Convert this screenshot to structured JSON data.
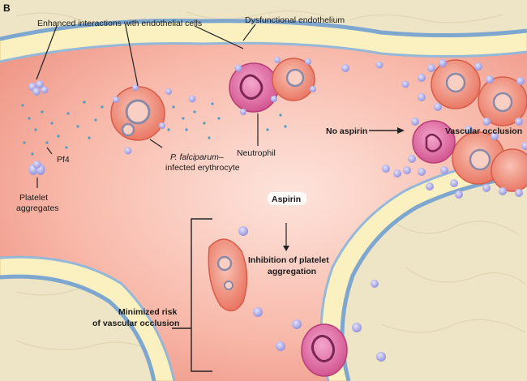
{
  "panel_letter": "B",
  "labels": {
    "enhanced_interactions": "Enhanced interactions with endothelial cells",
    "dysfunctional_endothelium": "Dysfunctional endothelium",
    "no_aspirin": "No aspirin",
    "vascular_occlusion": "Vascular occlusion",
    "pf4": "Pf4",
    "platelet_aggregates_1": "Platelet",
    "platelet_aggregates_2": "aggregates",
    "infected_erythrocyte_species": "P. falciparum",
    "infected_erythrocyte_dash": "–",
    "infected_erythrocyte_2": "infected erythrocyte",
    "neutrophil": "Neutrophil",
    "aspirin": "Aspirin",
    "inhibition_1": "Inhibition of platelet",
    "inhibition_2": "aggregation",
    "minimized_1": "Minimized risk",
    "minimized_2": "of vascular occlusion"
  },
  "colors": {
    "lumen": "#f7b4a6",
    "tissue": "#efe6c8",
    "endothelium": "#fbf0c0",
    "membrane": "#7ea7cf",
    "erythrocyte": "#ef8a78",
    "neutrophil": "#e06aa0",
    "platelet": "#a8a6e6"
  }
}
